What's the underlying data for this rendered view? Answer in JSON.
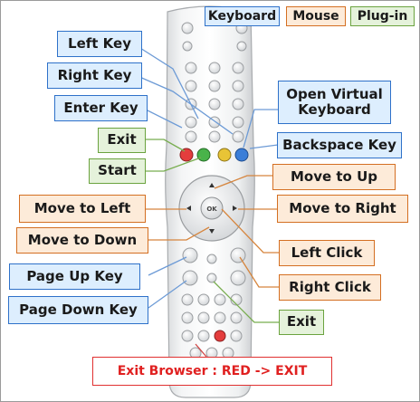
{
  "legend": {
    "keyboard": "Keyboard",
    "mouse": "Mouse",
    "plugin": "Plug-in"
  },
  "colors": {
    "keyboard_fill": "#ddeefe",
    "keyboard_border": "#2e71c9",
    "mouse_fill": "#fdebd9",
    "mouse_border": "#d46f22",
    "plugin_fill": "#e5f2db",
    "plugin_border": "#6ba33f",
    "exit_red": "#e02020"
  },
  "labels": {
    "left_key": "Left Key",
    "right_key": "Right Key",
    "enter_key": "Enter Key",
    "exit_plugin": "Exit",
    "start": "Start",
    "open_virtual_keyboard": "Open Virtual Keyboard",
    "backspace_key": "Backspace Key",
    "move_to_up": "Move to Up",
    "move_to_left": "Move to Left",
    "move_to_right": "Move to Right",
    "move_to_down": "Move to Down",
    "left_click": "Left Click",
    "right_click": "Right Click",
    "page_up_key": "Page Up Key",
    "page_down_key": "Page Down Key",
    "exit_bottom": "Exit"
  },
  "remote": {
    "ok_label": "OK"
  },
  "footer": {
    "exit_browser": "Exit Browser : RED -> EXIT"
  }
}
